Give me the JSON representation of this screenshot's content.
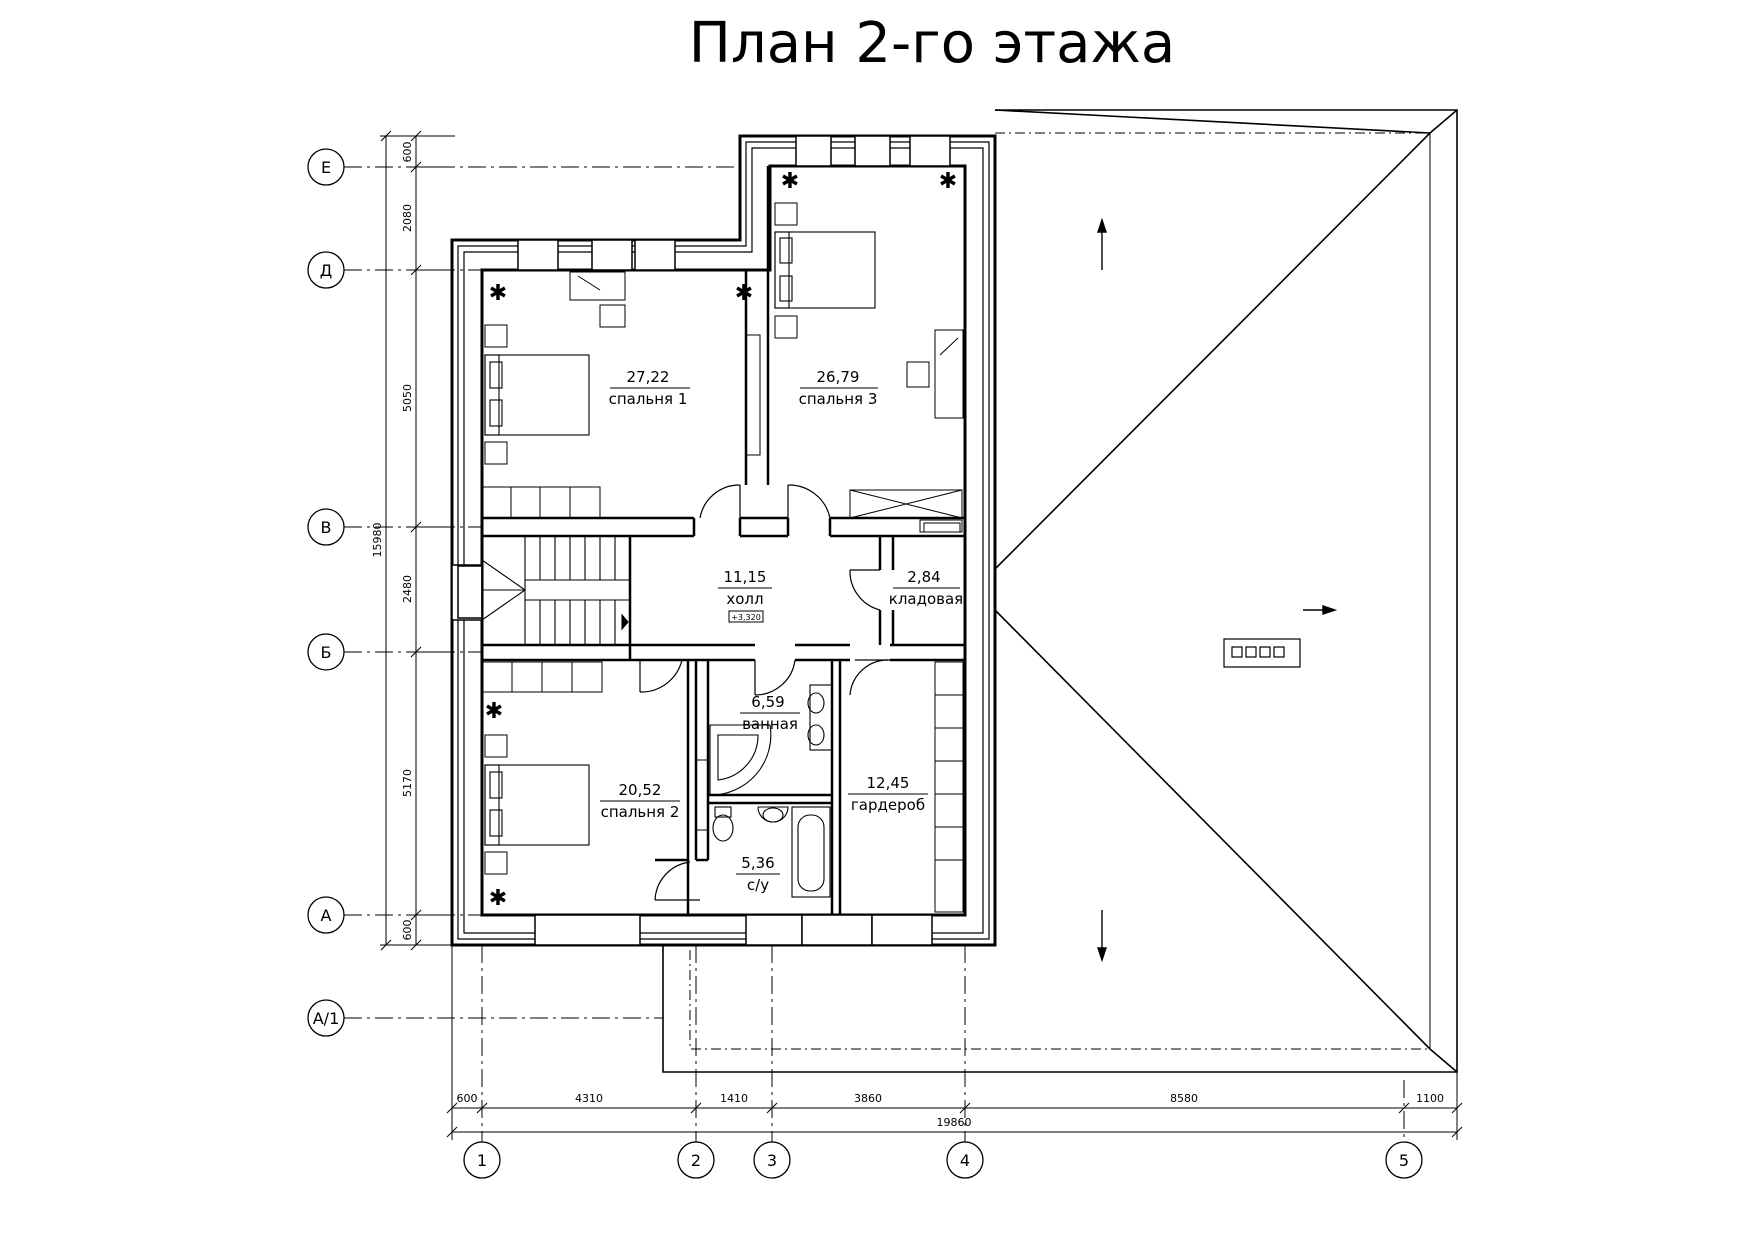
{
  "title": "План 2-го этажа",
  "rooms": [
    {
      "id": "bedroom1",
      "area": "27,22",
      "name": "спальня 1"
    },
    {
      "id": "bedroom3",
      "area": "26,79",
      "name": "спальня 3"
    },
    {
      "id": "hall",
      "area": "11,15",
      "name": "холл",
      "level": "+3,320"
    },
    {
      "id": "storage",
      "area": "2,84",
      "name": "кладовая"
    },
    {
      "id": "bathroom",
      "area": "6,59",
      "name": "ванная"
    },
    {
      "id": "bedroom2",
      "area": "20,52",
      "name": "спальня 2"
    },
    {
      "id": "wardrobe",
      "area": "12,45",
      "name": "гардероб"
    },
    {
      "id": "wc",
      "area": "5,36",
      "name": "с/у"
    }
  ],
  "axes_rows": [
    "Е",
    "Д",
    "В",
    "Б",
    "А",
    "А/1"
  ],
  "axes_cols": [
    "1",
    "2",
    "3",
    "4",
    "5"
  ],
  "dims_vertical": {
    "segments": [
      "600",
      "2080",
      "5050",
      "2480",
      "5170",
      "600"
    ],
    "total": "15980"
  },
  "dims_horizontal": {
    "segments": [
      "600",
      "4310",
      "1410",
      "3860",
      "8580",
      "1100"
    ],
    "total": "19860"
  }
}
